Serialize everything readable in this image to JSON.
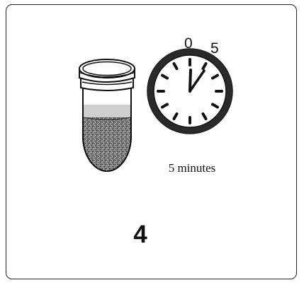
{
  "diagram": {
    "clock": {
      "start_label": "0",
      "end_label": "5"
    },
    "caption": "5 minutes",
    "step_number": "4"
  }
}
